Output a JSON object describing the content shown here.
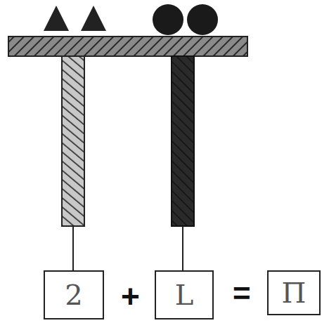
{
  "diagram": {
    "nodes": [
      {
        "text": [
          "2"
        ]
      },
      {
        "text": [
          "L"
        ]
      },
      {
        "text": [
          "Π"
        ]
      }
    ],
    "labels": [
      "+",
      "="
    ]
  }
}
